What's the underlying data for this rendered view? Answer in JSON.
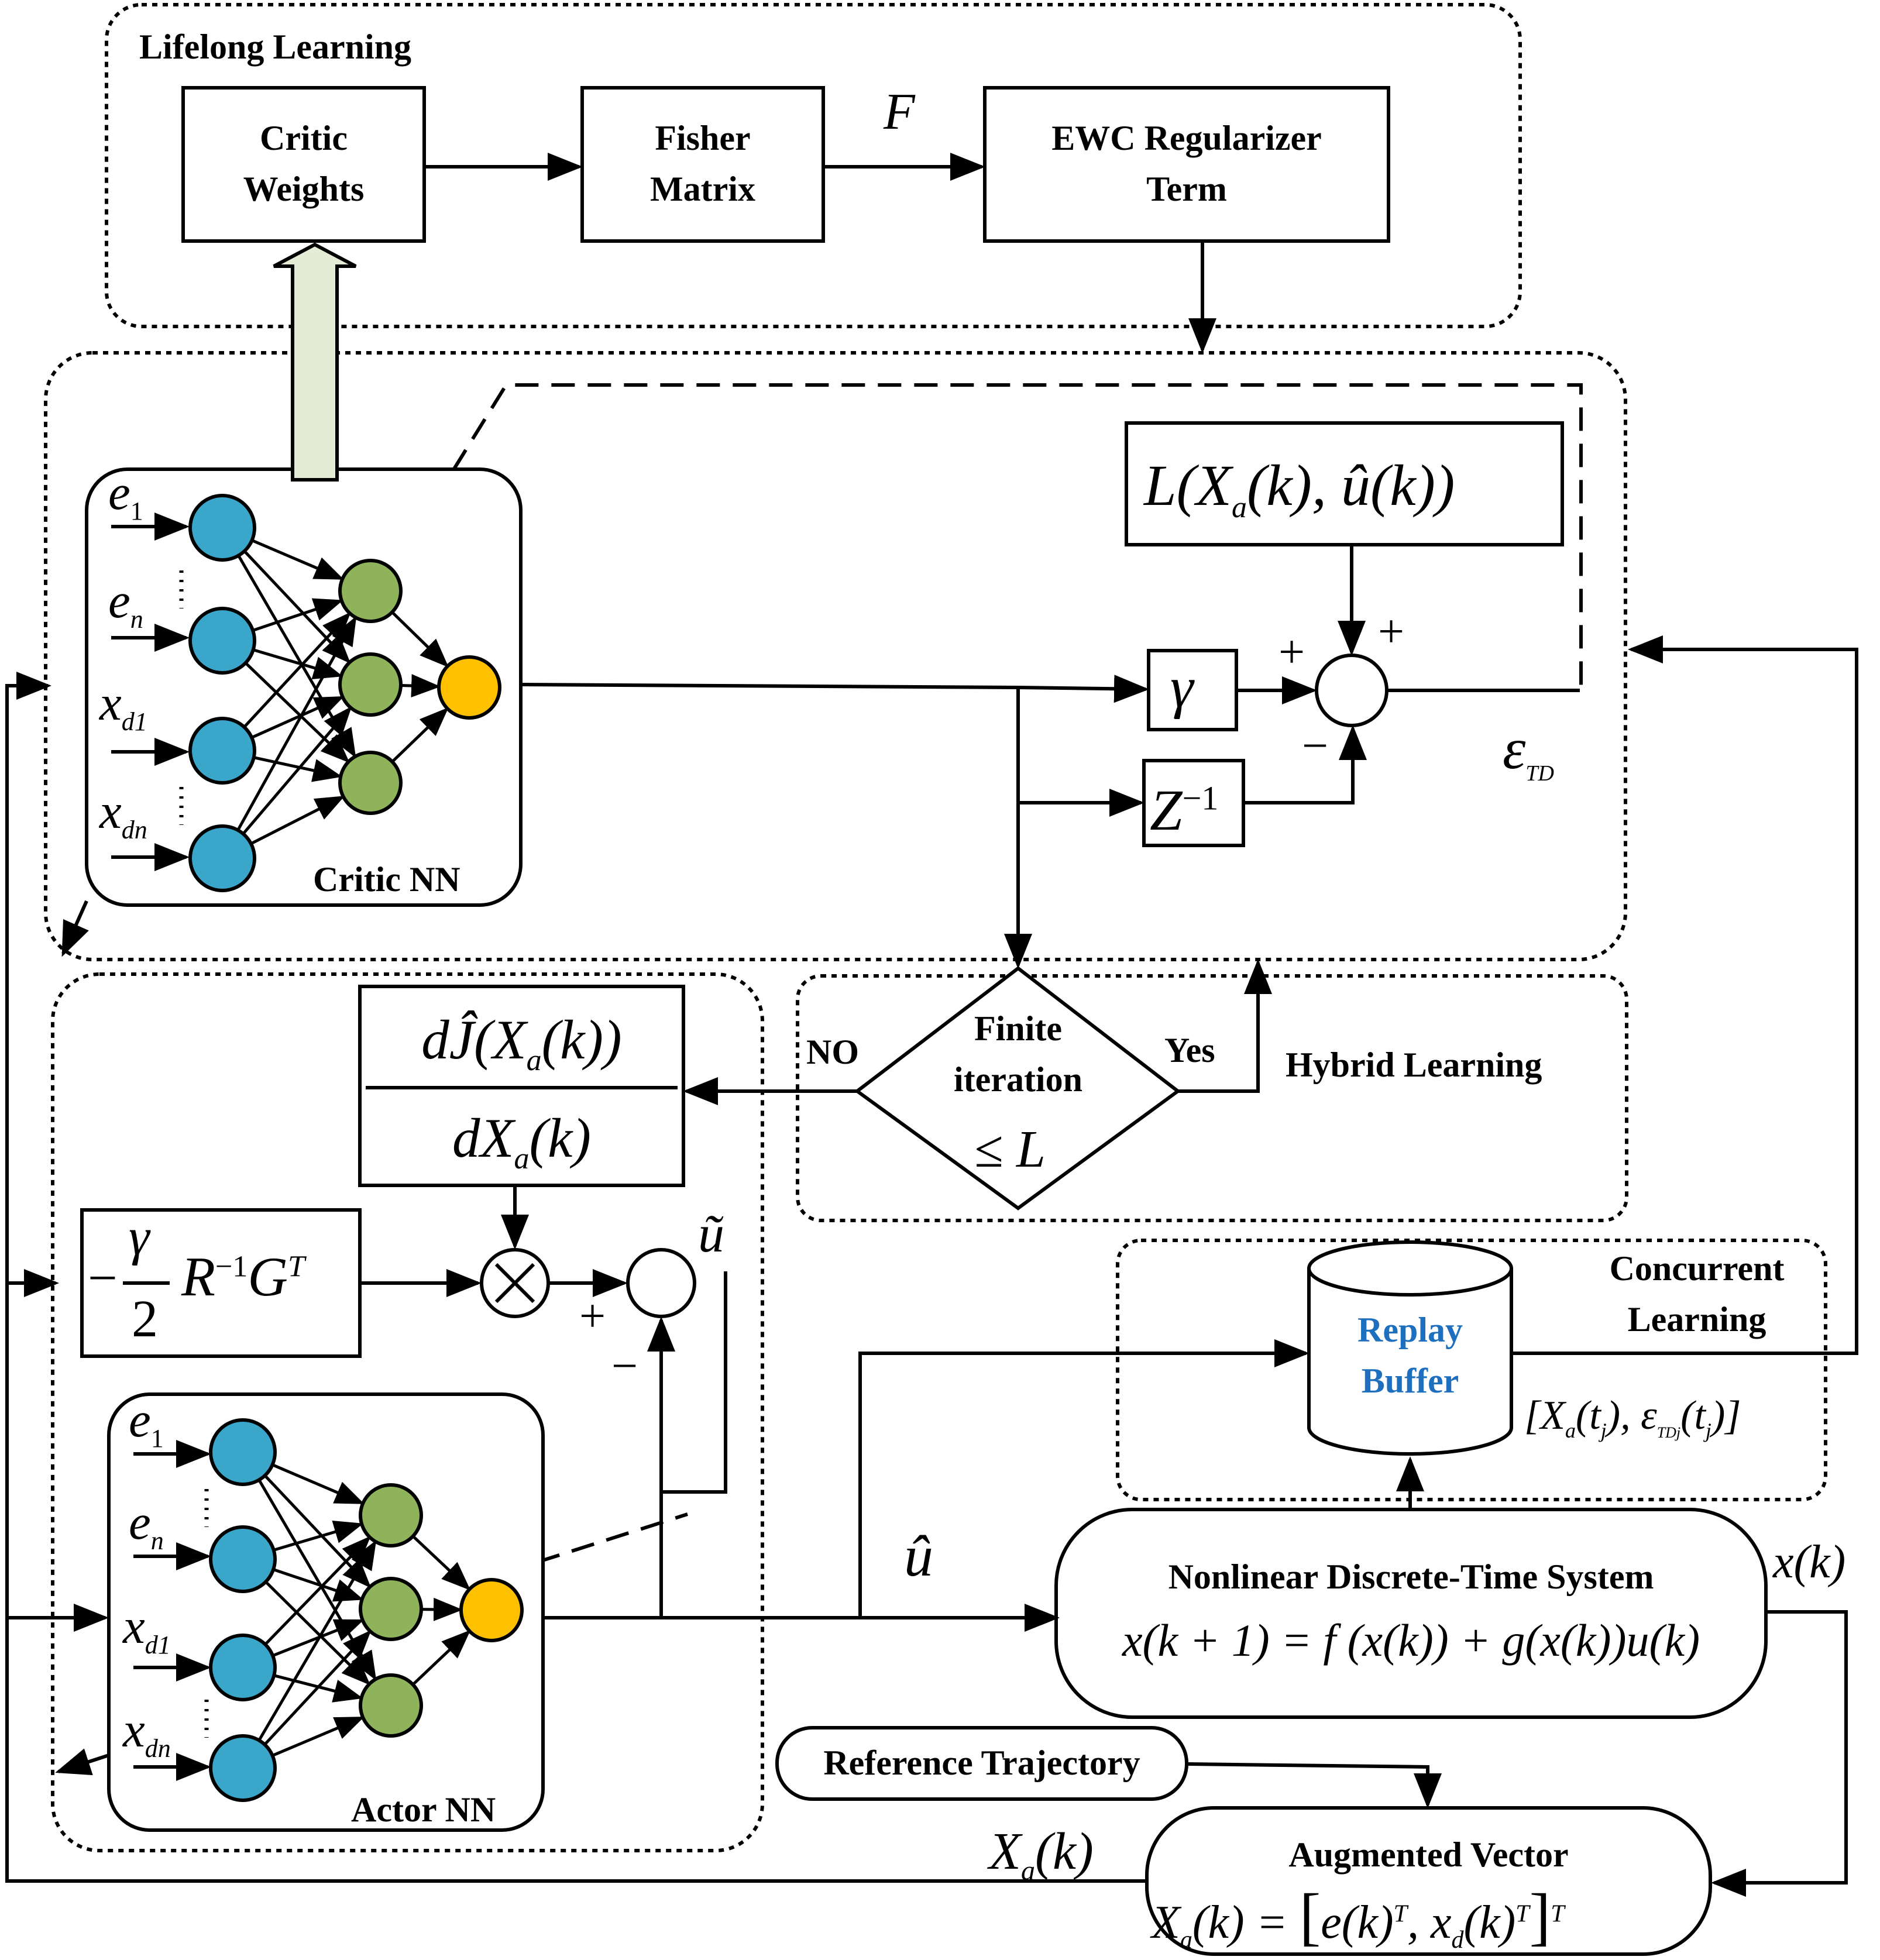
{
  "groups": {
    "lifelong": "Lifelong Learning",
    "hybrid": "Hybrid Learning",
    "concurrent_line1": "Concurrent",
    "concurrent_line2": "Learning"
  },
  "blocks": {
    "critic_weights_1": "Critic",
    "critic_weights_2": "Weights",
    "fisher_1": "Fisher",
    "fisher_2": "Matrix",
    "ewc_1": "EWC Regularizer",
    "ewc_2": "Term",
    "critic_nn": "Critic NN",
    "actor_nn": "Actor NN",
    "finite_1": "Finite",
    "finite_2": "iteration",
    "finite_3": "≤ L",
    "no": "NO",
    "yes": "Yes",
    "replay_1": "Replay",
    "replay_2": "Buffer",
    "system_title": "Nonlinear Discrete-Time System",
    "system_eq": "x(k + 1) = f (x(k)) + g(x(k))u(k)",
    "reference": "Reference Trajectory",
    "augmented_title": "Augmented Vector"
  },
  "math": {
    "F": "F",
    "loss": "L(X",
    "loss_sub": "a",
    "loss_rest": "(k), û(k))",
    "gamma": "γ",
    "zinv": "Z",
    "zinv_sup": "−1",
    "plus": "+",
    "minus": "−",
    "eps": "ε",
    "eps_sub": "TD",
    "dj_num": "dĴ(X",
    "dj_num_sub": "a",
    "dj_num_rest": "(k))",
    "dj_den": "dX",
    "dj_den_sub": "a",
    "dj_den_rest": "(k)",
    "gain_frac_num": "γ",
    "gain_frac_den": "2",
    "gain_rest": "R",
    "gain_sup1": "−1",
    "gain_g": "G",
    "gain_sup2": "T",
    "times": "×",
    "u_tilde": "ũ",
    "u_hat": "û",
    "xk": "x(k)",
    "replay_tuple": "[X",
    "replay_tuple_a": "a",
    "replay_tuple_mid": "(t",
    "replay_tuple_j": "j",
    "replay_tuple_mid2": "), ε",
    "replay_tuple_tdj": "TDj",
    "replay_tuple_end": "(t",
    "replay_tuple_j2": "j",
    "replay_tuple_close": ")]",
    "xa_label": "X",
    "xa_sub": "a",
    "xa_rest": "(k)",
    "aug_eq_lhs": "X",
    "aug_eq_sub": "a",
    "aug_eq_mid": "(k) = ",
    "aug_eq_e": "e(k)",
    "aug_eq_t1": "T",
    "aug_eq_comma": ", x",
    "aug_eq_d": "d",
    "aug_eq_xd": "(k)",
    "aug_eq_t2": "T",
    "aug_eq_t3": "T"
  },
  "inputs": {
    "e1": "e",
    "e1_sub": "1",
    "en": "e",
    "en_sub": "n",
    "xd1": "x",
    "xd1_sub": "d1",
    "xdn": "x",
    "xdn_sub": "dn"
  },
  "colors": {
    "input_node": "#3aa6c9",
    "hidden_node": "#8fb35a",
    "output_node": "#ffc000",
    "grad_arrow": "#e4ecd6",
    "replay_text": "#1f6fbf"
  }
}
